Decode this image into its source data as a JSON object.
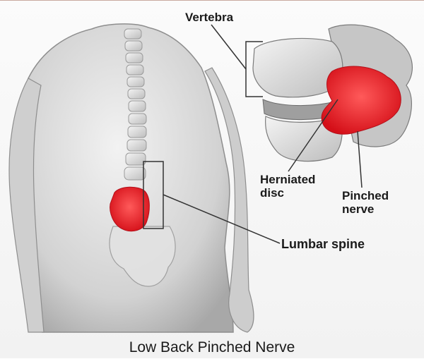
{
  "labels": {
    "vertebra": "Vertebra",
    "herniated_line1": "Herniated",
    "herniated_line2": "disc",
    "pinched_line1": "Pinched",
    "pinched_line2": "nerve",
    "lumbar_spine": "Lumbar spine"
  },
  "caption": "Low Back Pinched Nerve",
  "colors": {
    "highlight": "#e3141e",
    "body": "#d6d6d6",
    "bone": "#e9e9e9",
    "outline": "#555555"
  }
}
